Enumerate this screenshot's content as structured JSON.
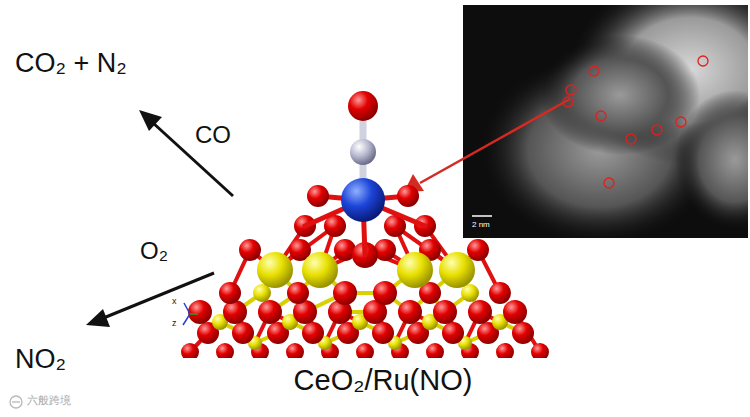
{
  "diagram": {
    "labels": [
      "CO₂ + N₂",
      "CO",
      "O₂",
      "NO₂",
      "CeO₂/Ru(NO)",
      "2 nm",
      "x",
      "z",
      "六般跨境"
    ]
  }
}
